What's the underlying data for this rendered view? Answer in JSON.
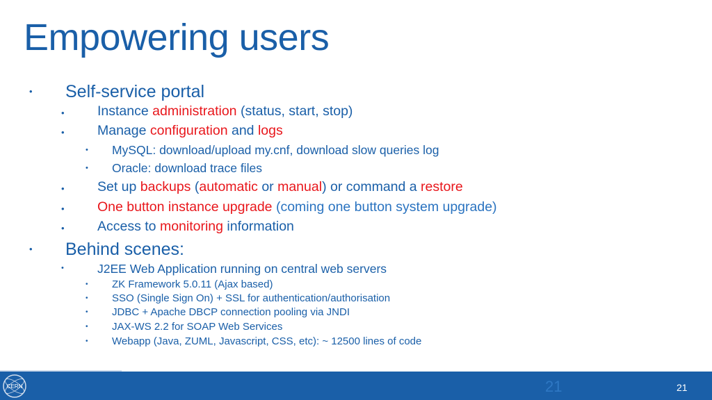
{
  "title": "Empowering users",
  "bullet_char": "•",
  "self_service": {
    "heading": "Self-service portal",
    "instance": {
      "a": "Instance ",
      "b": "administration",
      "c": " (status, start, stop)"
    },
    "manage": {
      "a": "Manage ",
      "b": "configuration",
      "c": " and ",
      "d": "logs"
    },
    "mysql": "MySQL: download/upload my.cnf, download slow queries log",
    "oracle": "Oracle: download trace files",
    "setup": {
      "a": "Set up ",
      "b": "backups",
      "c": " (",
      "d": "automatic",
      "e": " or ",
      "f": "manual",
      "g": ") or command a ",
      "h": "restore"
    },
    "upgrade": {
      "a": "One button instance upgrade",
      "b": " (coming one button system upgrade)"
    },
    "access": {
      "a": "Access to ",
      "b": "monitoring",
      "c": " information"
    }
  },
  "behind": {
    "heading": "Behind scenes:",
    "j2ee": "J2EE Web Application running on central web servers",
    "zk": "ZK Framework 5.0.11 (Ajax based)",
    "sso": "SSO (Single Sign On) + SSL for authentication/authorisation",
    "jdbc": "JDBC + Apache DBCP connection pooling via JNDI",
    "jaxws": "JAX-WS 2.2 for SOAP Web Services",
    "webapp": "Webapp (Java, ZUML, Javascript, CSS, etc): ~ 12500 lines of code"
  },
  "footer": {
    "logo_text": "CERN",
    "ghost_number": "21",
    "page_number": "21"
  },
  "colors": {
    "accent_blue": "#1a5fa8",
    "highlight_red": "#e8161b",
    "footer_bar": "#1a5fa8"
  }
}
